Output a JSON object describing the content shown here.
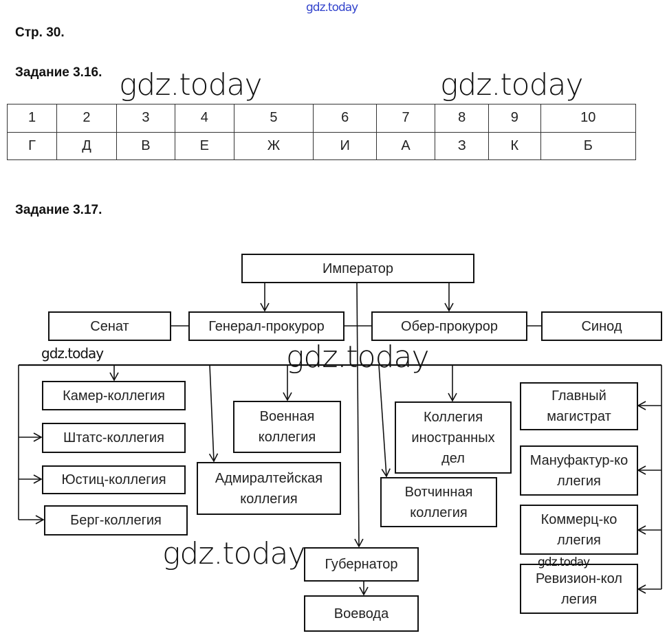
{
  "watermark": "gdz.today",
  "page_label": "Стр. 30.",
  "task1": {
    "title": "Задание 3.16.",
    "numbers": [
      "1",
      "2",
      "3",
      "4",
      "5",
      "6",
      "7",
      "8",
      "9",
      "10"
    ],
    "answers": [
      "Г",
      "Д",
      "В",
      "Е",
      "Ж",
      "И",
      "А",
      "З",
      "К",
      "Б"
    ]
  },
  "task2": {
    "title": "Задание 3.17.",
    "nodes": {
      "emperor": "Император",
      "senate": "Сенат",
      "general_prosecutor": "Генерал-прокурор",
      "chief_prosecutor": "Обер-прокурор",
      "synod": "Синод",
      "kamer": "Камер-коллегия",
      "shtats": "Штатс-коллегия",
      "yustits": "Юстиц-коллегия",
      "berg": "Берг-коллегия",
      "voennaya": "Военная коллегия",
      "admiralty": "Адмиралтейская коллегия",
      "foreign": "Коллегия иностранных дел",
      "votchinnaya": "Вотчинная коллегия",
      "magistrat": "Главный магистрат",
      "manufaktur": "Мануфактур-коллегия",
      "kommerts": "Коммерц-коллегия",
      "revizion": "Ревизион-коллегия",
      "governor": "Губернатор",
      "voevoda": "Воевода"
    }
  }
}
